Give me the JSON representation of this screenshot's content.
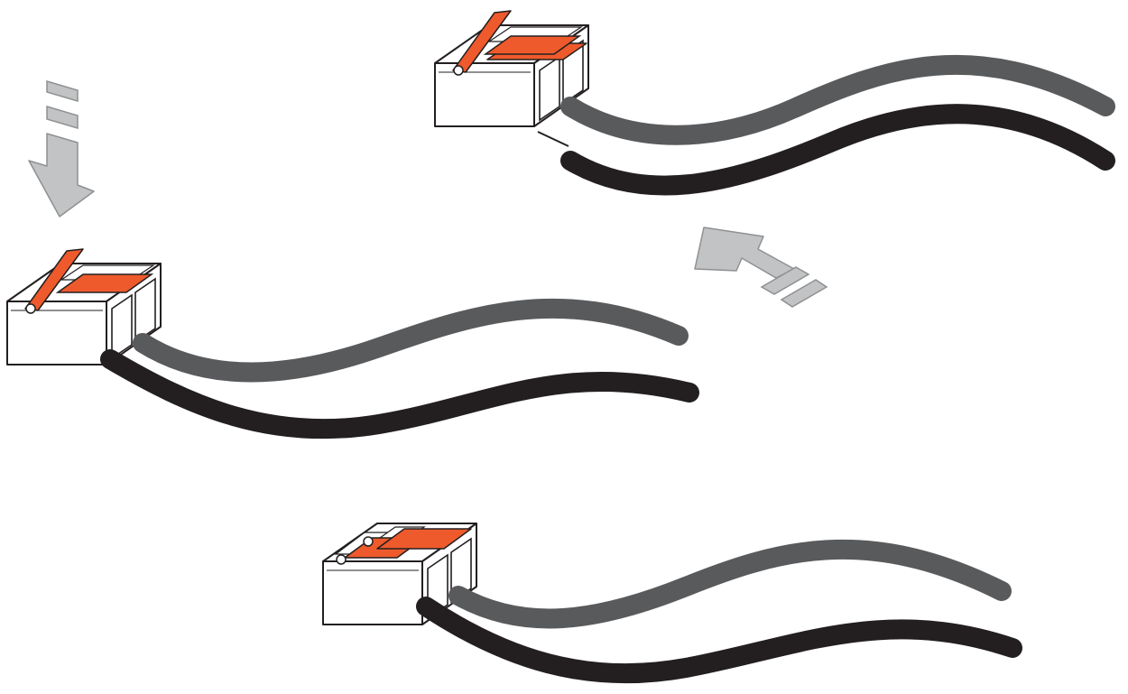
{
  "colors": {
    "background": "#ffffff",
    "lever": "#ee5a2c",
    "housing_fill": "#ffffff",
    "outline": "#231f20",
    "wire_gray": "#595a5c",
    "wire_black": "#231f20",
    "arrow_fill": "#c2c3c4",
    "arrow_outline": "#8e9092"
  },
  "steps": [
    {
      "id": "step-1",
      "lever_state": "left-open",
      "wires_inserted": 2
    },
    {
      "id": "step-2",
      "lever_state": "left-open",
      "wires_inserted": 2
    },
    {
      "id": "step-3",
      "lever_state": "closed",
      "wires_inserted": 2
    }
  ],
  "arrows": [
    {
      "id": "press-arrow",
      "icon": "down-left-arrow-icon"
    },
    {
      "id": "insert-arrow",
      "icon": "up-left-arrow-icon"
    }
  ]
}
